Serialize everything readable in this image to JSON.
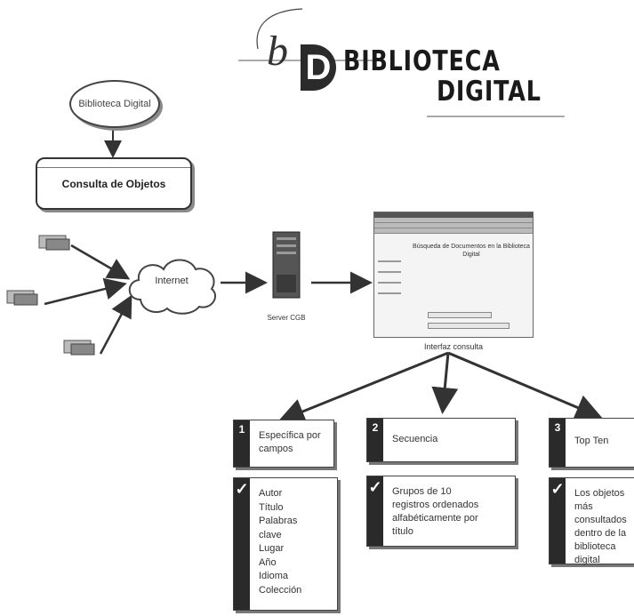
{
  "logo": {
    "letter_b": "b",
    "letter_d": "D",
    "line1": "BIBLIOTECA",
    "line2": "DIGITAL"
  },
  "nodes": {
    "biblioteca": "Biblioteca Digital",
    "consulta": "Consulta de Objetos",
    "internet": "Internet",
    "server": "Server CGB",
    "interfaz": "Interfaz consulta"
  },
  "screenshot_title": "Búsqueda de Documentos en la Biblioteca Digital",
  "options": [
    {
      "num": "1",
      "title": "Específica por campos",
      "items": [
        "Autor",
        "Título",
        "Palabras",
        "clave",
        "Lugar",
        "Año",
        "Idioma",
        "Colección"
      ],
      "check": "✓"
    },
    {
      "num": "2",
      "title": "Secuencia",
      "items": [
        "Grupos de 10 registros ordenados alfabéticamente por título"
      ],
      "check": "✓"
    },
    {
      "num": "3",
      "title": "Top Ten",
      "items": [
        "Los objetos más consultados dentro de la biblioteca digital"
      ],
      "check": "✓"
    }
  ],
  "colors": {
    "dark": "#2a2a2a",
    "line": "#333333",
    "shadow": "#8a8a8a"
  }
}
